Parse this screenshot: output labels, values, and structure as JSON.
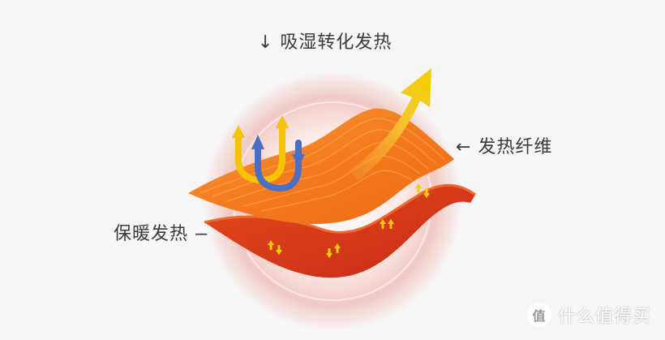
{
  "labels": {
    "top": "↓ 吸湿转化发热",
    "right": "← 发热纤维",
    "left": "保暖发热 —"
  },
  "watermark": {
    "text": "什么值得买",
    "icon": "smzdm-logo-icon"
  },
  "colors": {
    "background": "#f6f6f6",
    "glow": "#f2c9c4",
    "top_layer": "#f47a1e",
    "bottom_layer": "#d8361a",
    "heat_arrow": "#f4c400",
    "moisture_arrow": "#4a6fc8"
  }
}
